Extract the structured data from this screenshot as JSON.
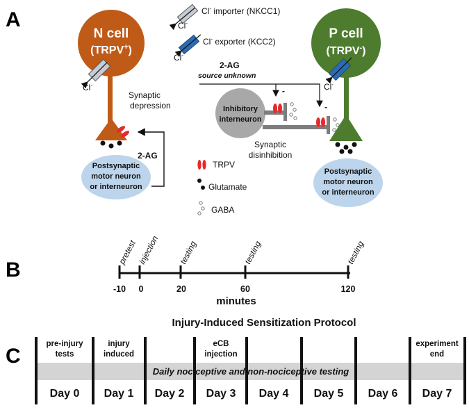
{
  "panels": {
    "a": "A",
    "b": "B",
    "c": "C"
  },
  "panel_a": {
    "n_cell": {
      "name": "N cell",
      "sub_pre": "(TRPV",
      "sub_sup": "+",
      "sub_post": ")",
      "color": "#c05a17"
    },
    "p_cell": {
      "name": "P cell",
      "sub_pre": "(TRPV",
      "sub_sup": "-",
      "sub_post": ")",
      "color": "#4e7c2f"
    },
    "chloride": "Cl",
    "chloride_sup": "-",
    "legend_importer": {
      "pre": "Cl",
      "sup": "-",
      "post": " importer (NKCC1)"
    },
    "legend_exporter": {
      "pre": "Cl",
      "sup": "-",
      "post": " exporter (KCC2)"
    },
    "synaptic_depression": [
      "Synaptic",
      "depression"
    ],
    "two_ag": "2-AG",
    "two_ag_top": "2-AG",
    "source_unknown": "source unknown",
    "inhibitory": [
      "Inhibitory",
      "interneuron"
    ],
    "synaptic_disinhibition": [
      "Synaptic",
      "disinhibition"
    ],
    "postsynaptic": [
      "Postsynaptic",
      "motor neuron",
      "or interneuron"
    ],
    "legend_trpv": "TRPV",
    "legend_glutamate": "Glutamate",
    "legend_gaba": "GABA",
    "minus": "-",
    "colors": {
      "importer": "#c7ccd4",
      "exporter": "#2c6bb3",
      "trpv": "#e8282a",
      "postsynaptic": "#bcd5ec",
      "inhibitory": "#a8a8a8"
    }
  },
  "panel_b": {
    "timeline_labels": [
      "pretest",
      "injection",
      "testing",
      "testing",
      "testing"
    ],
    "ticks": [
      "-10",
      "0",
      "20",
      "60",
      "120"
    ],
    "axis_label": "minutes"
  },
  "panel_c": {
    "title": "Injury-Induced Sensitization Protocol",
    "headers": [
      [
        "pre-injury",
        "tests"
      ],
      [
        "injury",
        "induced"
      ],
      [
        "eCB",
        "injection"
      ],
      [
        "experiment",
        "end"
      ]
    ],
    "band_label": "Daily nociceptive and non-nociceptive testing",
    "days": [
      "Day 0",
      "Day 1",
      "Day 2",
      "Day 3",
      "Day 4",
      "Day 5",
      "Day 6",
      "Day 7"
    ],
    "band_color": "#d4d4d4"
  }
}
